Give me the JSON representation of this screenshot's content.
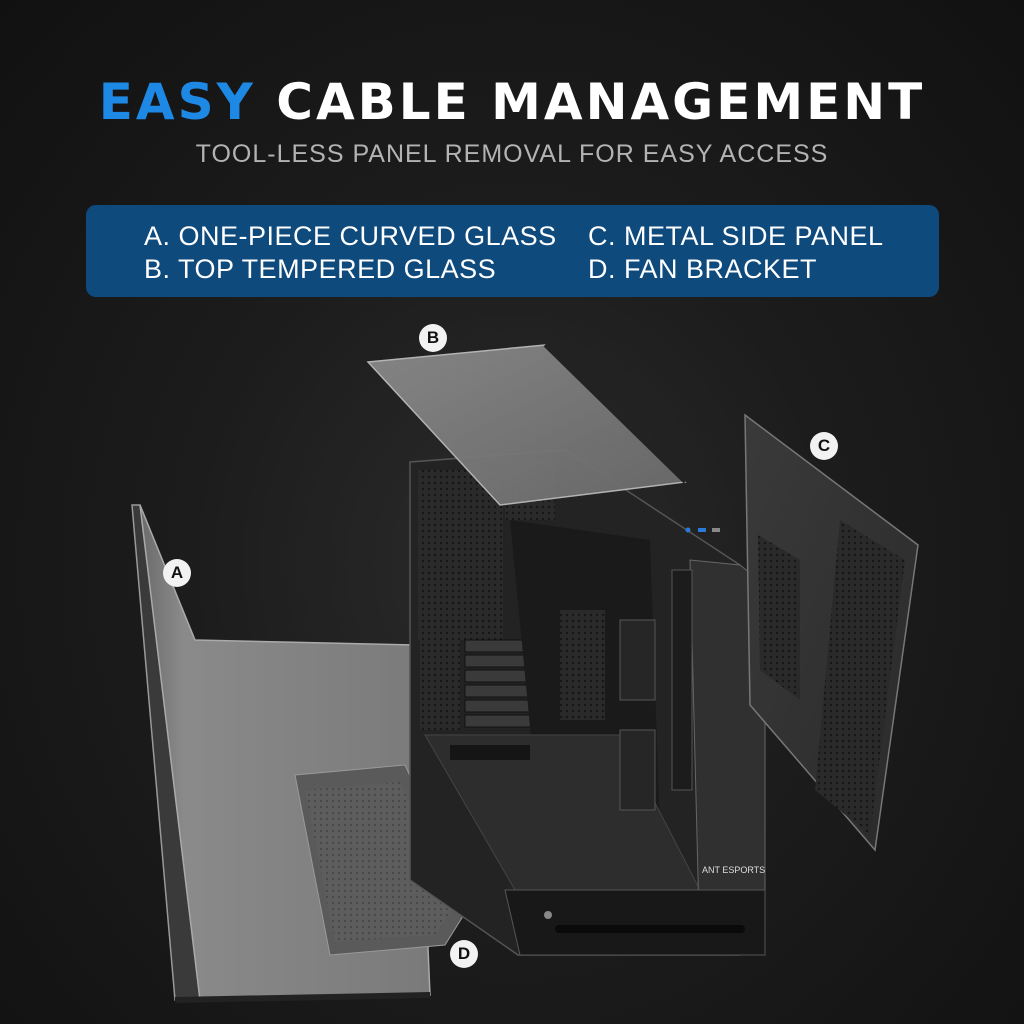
{
  "header": {
    "title_accent": "EASY",
    "title_rest": "CABLE MANAGEMENT",
    "subtitle": "TOOL-LESS PANEL REMOVAL FOR EASY ACCESS",
    "accent_color": "#1e88e5"
  },
  "legend": {
    "background_color": "#0f4a7d",
    "items": [
      "A.  ONE-PIECE CURVED GLASS",
      "B.  TOP TEMPERED GLASS",
      "C. METAL SIDE PANEL",
      "D. FAN BRACKET"
    ]
  },
  "callouts": {
    "a": "A",
    "b": "B",
    "c": "C",
    "d": "D"
  },
  "brand": {
    "logo_text": "ANT ESPORTS"
  }
}
